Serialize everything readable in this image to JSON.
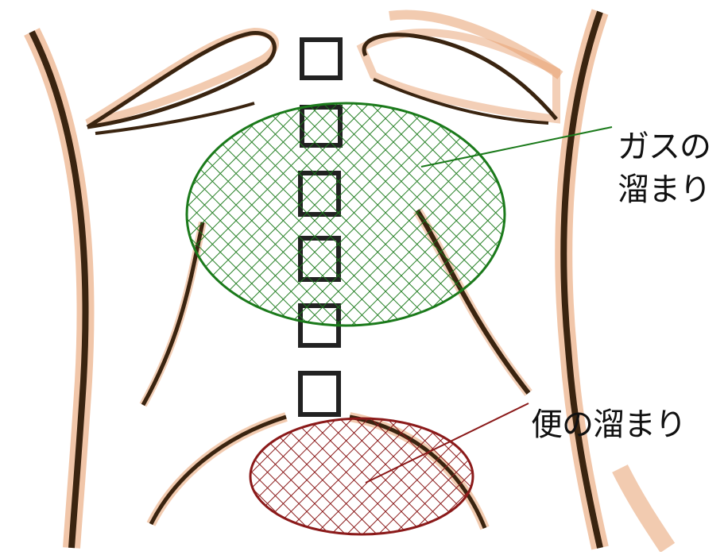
{
  "labels": {
    "gas_line1": "ガスの",
    "gas_line2": "溜まり",
    "stool": "便の溜まり"
  },
  "colors": {
    "gas": "#1b7a1b",
    "stool": "#8b1a1a",
    "bone_dark": "#3a2410",
    "bone_light": "#e8a070",
    "spine": "#222222",
    "leader": "#2a5a2a"
  },
  "regions": [
    {
      "id": "gas-pocket",
      "kind": "gas"
    },
    {
      "id": "stool-pocket",
      "kind": "stool"
    }
  ]
}
